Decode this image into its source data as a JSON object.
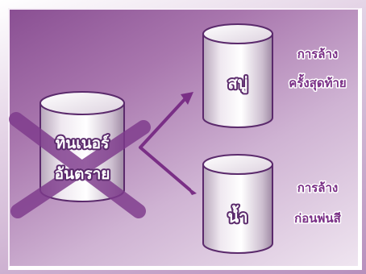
{
  "diagram": {
    "thinner": {
      "line1": "ทินเนอร์",
      "line2": "อันตราย",
      "status": "crossed-out"
    },
    "soap": {
      "label": "สบู่",
      "note_line1": "การล้าง",
      "note_line2": "ครั้งสุดท้าย"
    },
    "water": {
      "label": "น้ำ",
      "note_line1": "การล้าง",
      "note_line2": "ก่อนพ่นสี"
    },
    "colors": {
      "panel_dark": "#8a4f93",
      "panel_light": "#efe5f0",
      "accent_purple": "#7a2f86",
      "cross": "#7e3a8c"
    },
    "icons": [
      "right-arrow-icon",
      "cross-out-icon"
    ]
  }
}
